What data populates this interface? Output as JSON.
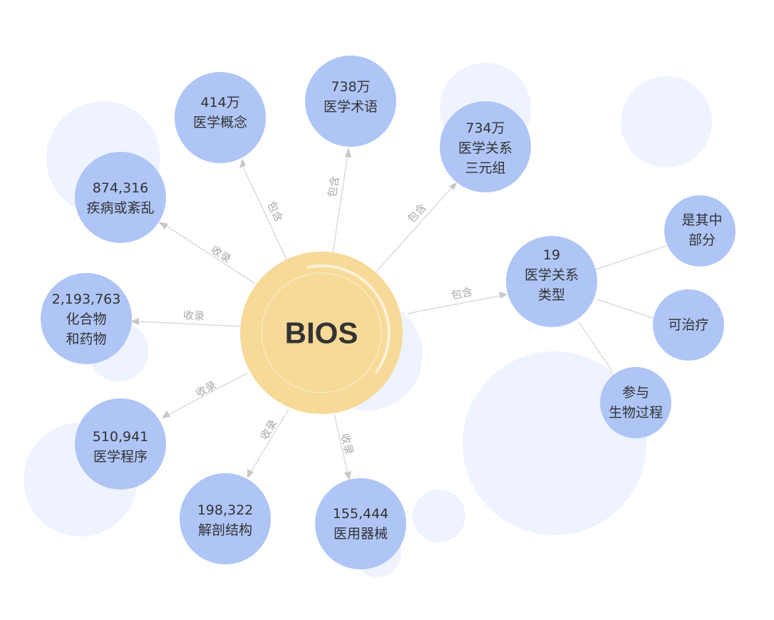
{
  "center": {
    "label": "BIOS"
  },
  "nodes": {
    "concepts": {
      "lines": [
        "414万",
        "医学概念"
      ]
    },
    "terms": {
      "lines": [
        "738万",
        "医学术语"
      ]
    },
    "triples": {
      "lines": [
        "734万",
        "医学关系",
        "三元组"
      ]
    },
    "disease": {
      "lines": [
        "874,316",
        "疾病或紊乱"
      ]
    },
    "chemicals": {
      "lines": [
        "2,193,763",
        "化合物",
        "和药物"
      ]
    },
    "procedures": {
      "lines": [
        "510,941",
        "医学程序"
      ]
    },
    "anatomy": {
      "lines": [
        "198,322",
        "解剖结构"
      ]
    },
    "devices": {
      "lines": [
        "155,444",
        "医用器械"
      ]
    },
    "relation_types": {
      "lines": [
        "19",
        "医学关系",
        "类型"
      ]
    },
    "part_of": {
      "lines": [
        "是其中",
        "部分"
      ]
    },
    "treats": {
      "lines": [
        "可治疗"
      ]
    },
    "participates": {
      "lines": [
        "参与",
        "生物过程"
      ]
    }
  },
  "edge_labels": {
    "contains": "包含",
    "includes": "收录"
  },
  "colors": {
    "node": "#afc5f6",
    "center": "#f7d998",
    "background_bubble": "#eef3fd",
    "edge": "#dcdcdc"
  }
}
